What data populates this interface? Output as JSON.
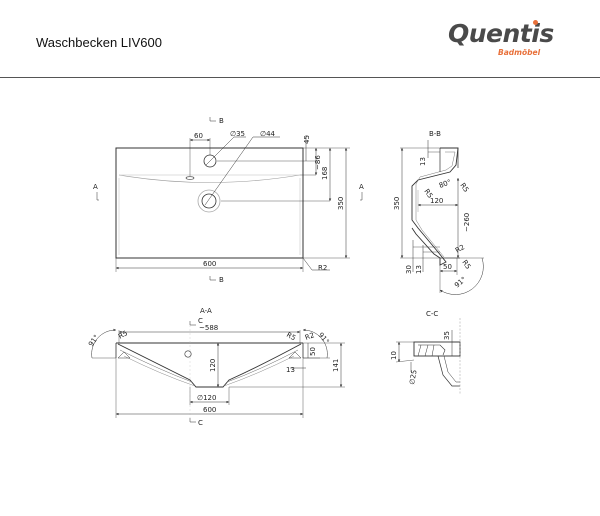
{
  "header": {
    "title": "Waschbecken LIV600",
    "logo": {
      "word": "Quentis",
      "sub": "Badmöbel",
      "accent_color": "#e8703a",
      "word_color": "#4a4a4a"
    }
  },
  "top_view": {
    "section_marks": {
      "b_top": "B",
      "b_bottom": "B",
      "a_left": "A",
      "a_right": "A"
    },
    "dims": {
      "width": "600",
      "depth": "350",
      "tap_offset": "60",
      "tap_hole": "∅35",
      "drain": "∅44",
      "d45": "45",
      "d86": "~86",
      "d168": "168",
      "radius": "R2"
    }
  },
  "section_bb": {
    "label": "B-B",
    "dims": {
      "depth": "350",
      "d13_top": "13",
      "r5_left": "R5",
      "angle80": "80°",
      "r5_right": "R5",
      "d120": "120",
      "d260": "~260",
      "r2": "R2",
      "r5_bottom": "R5",
      "d30": "30",
      "d13_bottom": "13",
      "d50": "50",
      "angle91": "91°"
    }
  },
  "section_aa": {
    "label": "A-A",
    "section_marks": {
      "c_top": "C",
      "c_bottom": "C"
    },
    "dims": {
      "inner_width": "~588",
      "r5_left": "R5",
      "r5_right": "R5",
      "r2": "R2",
      "angle_left": "91°",
      "angle_right": "91°",
      "d50": "50",
      "d120": "120",
      "d13": "13",
      "height": "141",
      "drain": "∅120",
      "width": "600"
    }
  },
  "section_cc": {
    "label": "C-C",
    "dims": {
      "d35": "35",
      "d10": "10",
      "hole": "∅25"
    }
  }
}
